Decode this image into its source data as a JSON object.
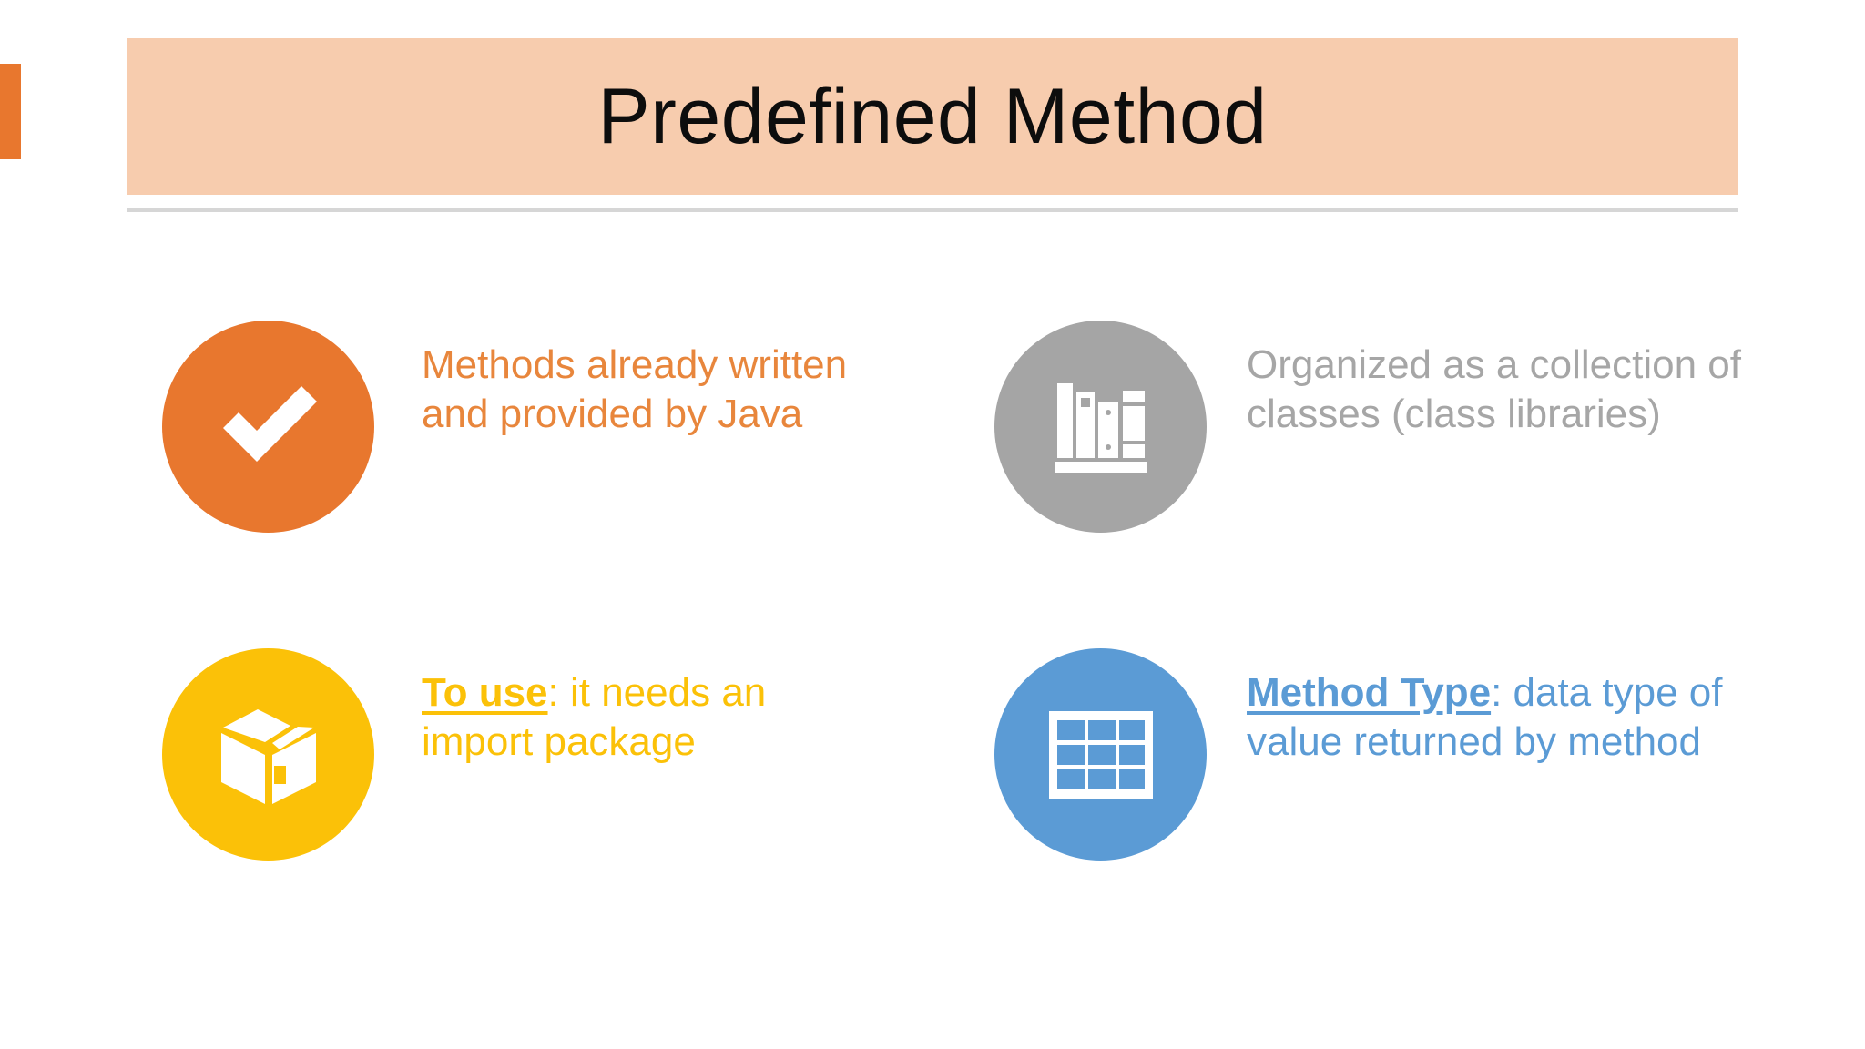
{
  "slide": {
    "title": "Predefined Method",
    "accent_color": "#E8772E",
    "banner_color": "#F7CCAE",
    "rule_color": "#D6D6D6",
    "background": "#FFFFFF"
  },
  "items": [
    {
      "id": "predefined-definition",
      "icon": "check-circle-icon",
      "circle_color": "#E8772E",
      "text_color": "#E8863C",
      "lead": "",
      "text": "Methods already written and provided by Java"
    },
    {
      "id": "class-libraries",
      "icon": "bookshelf-icon",
      "circle_color": "#A5A5A5",
      "text_color": "#A6A6A6",
      "lead": "",
      "text": "Organized as a collection of classes (class libraries)"
    },
    {
      "id": "import-package",
      "icon": "package-box-icon",
      "circle_color": "#FBC108",
      "text_color": "#FBC108",
      "lead": "To use",
      "text": ":  it needs an import package"
    },
    {
      "id": "method-type",
      "icon": "table-grid-icon",
      "circle_color": "#5B9BD5",
      "text_color": "#5B9BD5",
      "lead": "Method Type",
      "text": ":  data type of value returned by method"
    }
  ]
}
